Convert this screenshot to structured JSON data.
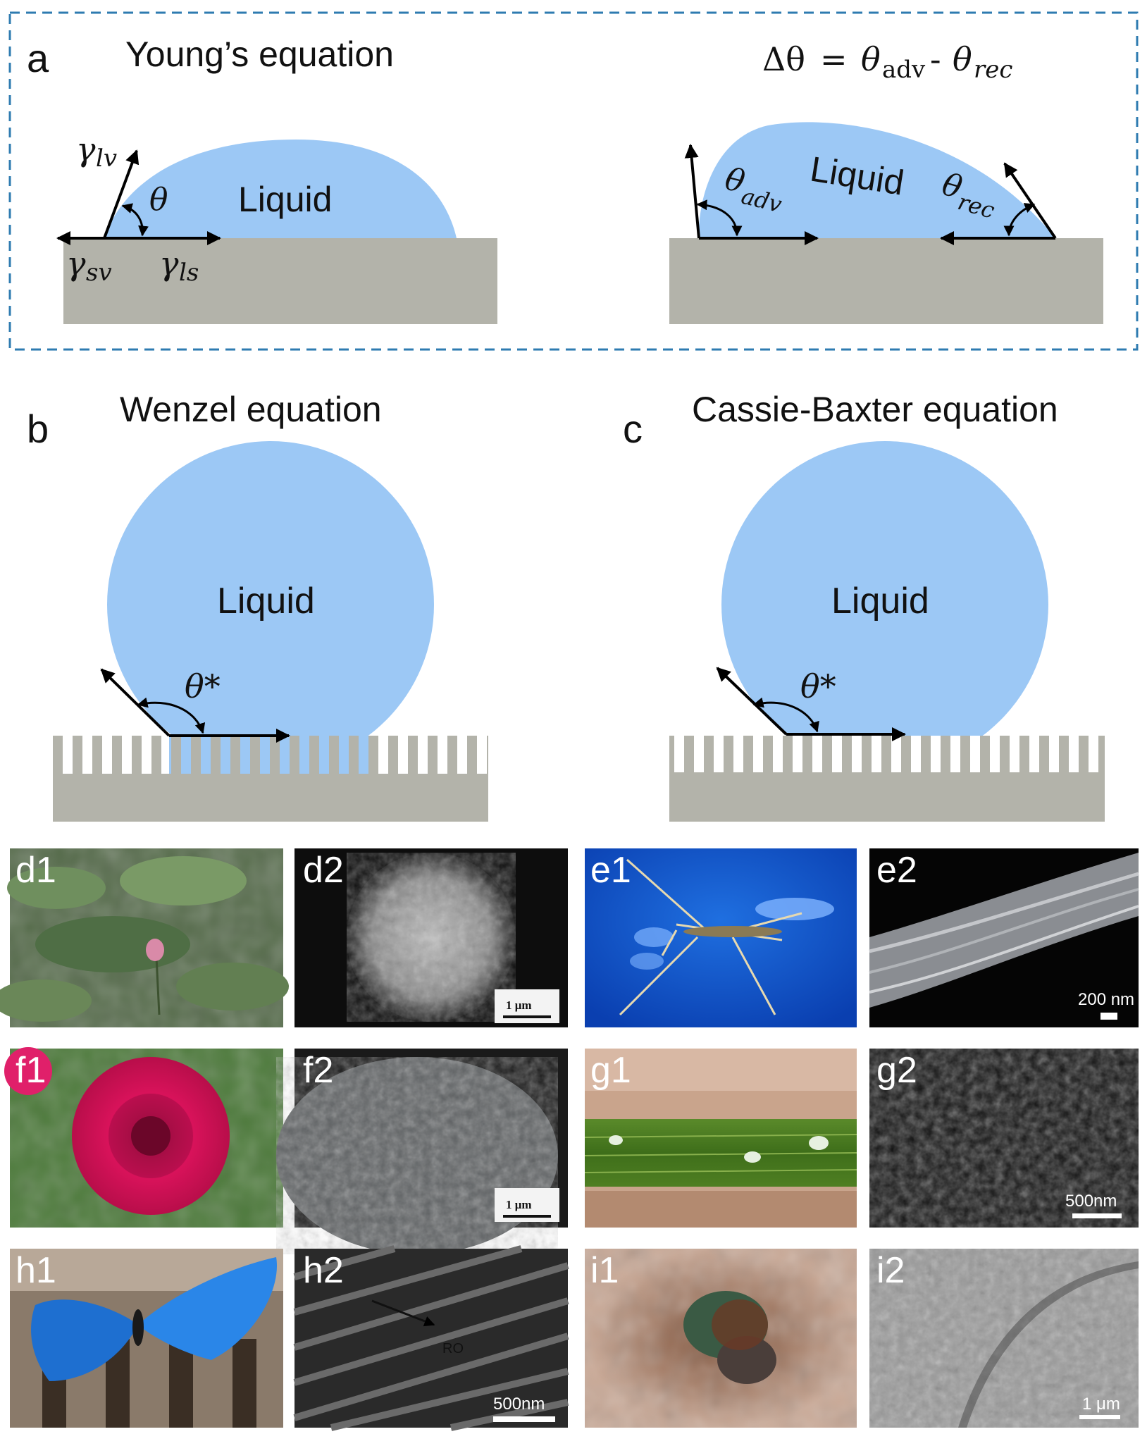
{
  "panel_a": {
    "label": "a",
    "title_left": "Young’s equation",
    "title_right_lhs": "Δθ",
    "title_right_eq": "=",
    "title_right_theta1": "θ",
    "title_right_sub1": "adv",
    "title_right_dash": "-",
    "title_right_theta2": "θ",
    "title_right_sub2": "rec",
    "liquid_left": "Liquid",
    "liquid_right": "Liquid",
    "gamma": "γ",
    "sub_lv": "lv",
    "sub_sv": "sv",
    "sub_ls": "ls",
    "theta": "θ",
    "theta_adv_sub": "adv",
    "theta_rec_sub": "rec"
  },
  "panel_b": {
    "label": "b",
    "title": "Wenzel equation",
    "liquid": "Liquid",
    "theta_star": "θ*"
  },
  "panel_c": {
    "label": "c",
    "title": "Cassie-Baxter equation",
    "liquid": "Liquid",
    "theta_star": "θ*"
  },
  "photos": [
    {
      "label": "d1",
      "subject": "lotus-pond"
    },
    {
      "label": "d2",
      "subject": "lotus-sem",
      "scale_bar": "1 μm"
    },
    {
      "label": "e1",
      "subject": "water-strider"
    },
    {
      "label": "e2",
      "subject": "strider-leg-sem",
      "scale_bar": "200 nm"
    },
    {
      "label": "f1",
      "subject": "rose"
    },
    {
      "label": "f2",
      "subject": "rose-petal-sem",
      "scale_bar": "1 μm"
    },
    {
      "label": "g1",
      "subject": "rice-leaf-droplets"
    },
    {
      "label": "g2",
      "subject": "rice-leaf-sem",
      "scale_bar": "500nm"
    },
    {
      "label": "h1",
      "subject": "morpho-butterfly"
    },
    {
      "label": "h2",
      "subject": "butterfly-wing-sem",
      "scale_bar": "500nm",
      "annotation": "RO"
    },
    {
      "label": "i1",
      "subject": "mosquito-eye"
    },
    {
      "label": "i2",
      "subject": "mosquito-eye-sem",
      "scale_bar": "1 μm"
    }
  ],
  "colors": {
    "liquid": "#9cc8f5",
    "substrate": "#b3b3aa",
    "dashed_border": "#2e7bb0",
    "arrow": "#000000"
  }
}
